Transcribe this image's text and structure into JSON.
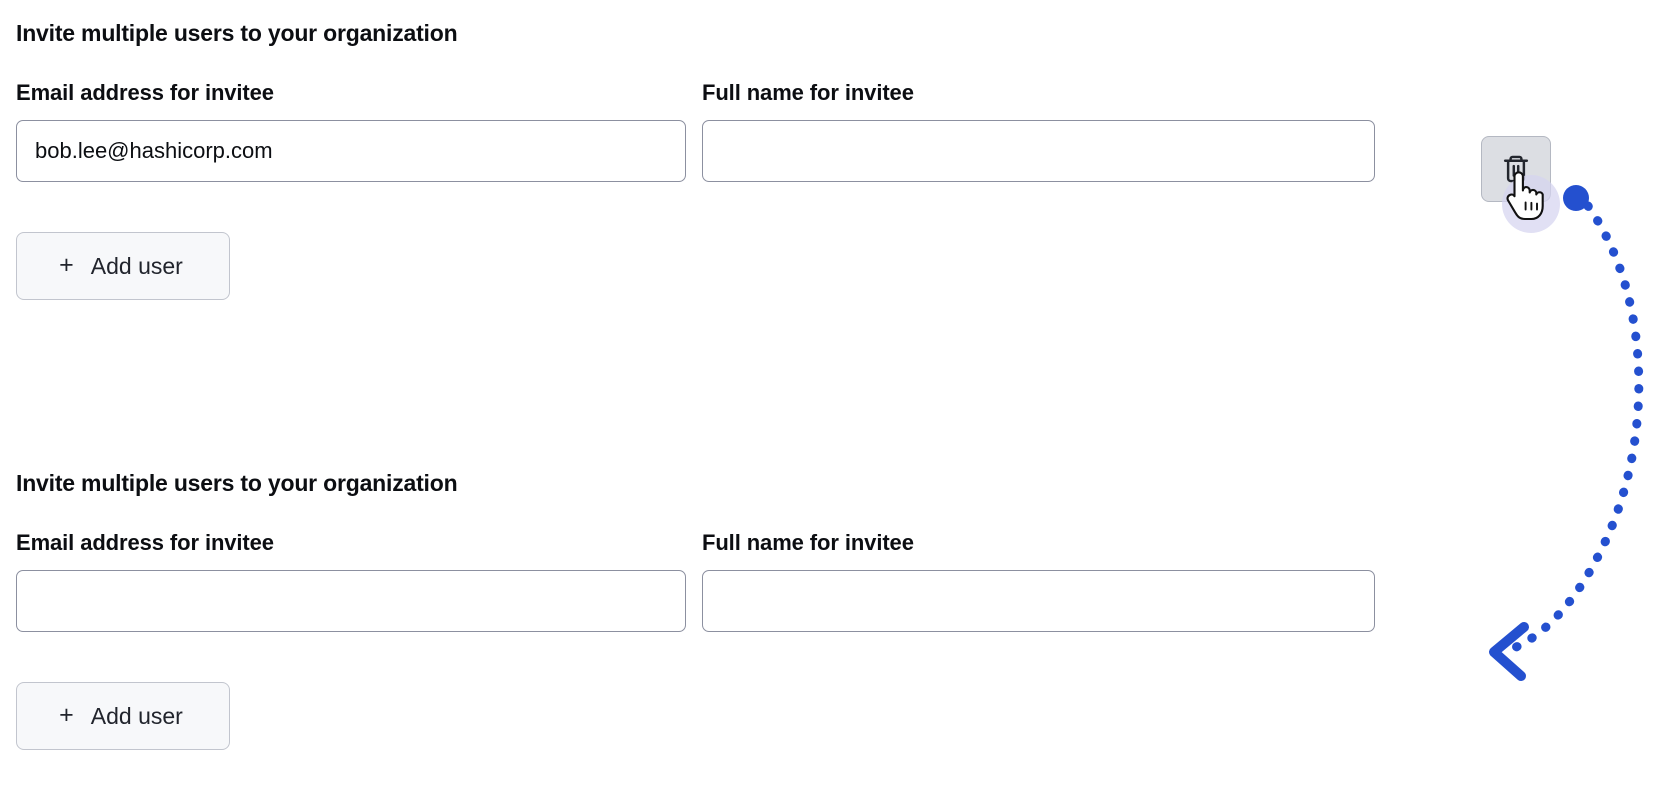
{
  "accent": {
    "arrow_blue": "#2450cf",
    "cursor_halo": "#d6d4f0",
    "input_border": "#8c90a0",
    "button_face": "#f7f8fa",
    "delete_button_face": "#dcdee3",
    "text": "#0c0e12"
  },
  "sections": [
    {
      "title": "Invite multiple users to your organization",
      "email": {
        "label": "Email address for invitee",
        "value": "bob.lee@hashicorp.com",
        "placeholder": ""
      },
      "name": {
        "label": "Full name for invitee",
        "value": "",
        "placeholder": ""
      },
      "delete_button": {
        "icon": "trash-icon",
        "aria_label": "Remove invitee"
      },
      "add_user_button": {
        "icon": "plus-icon",
        "plus": "+",
        "label": "Add user"
      }
    },
    {
      "title": "Invite multiple users to your organization",
      "email": {
        "label": "Email address for invitee",
        "value": "",
        "placeholder": ""
      },
      "name": {
        "label": "Full name for invitee",
        "value": "",
        "placeholder": ""
      },
      "add_user_button": {
        "icon": "plus-icon",
        "plus": "+",
        "label": "Add user"
      }
    }
  ],
  "annotation": {
    "pointer_icon": "hand-pointer-cursor",
    "start_dot_icon": "action-start-dot",
    "arrow_icon": "curved-dotted-arrow",
    "arrowhead_icon": "arrowhead-left-icon"
  }
}
